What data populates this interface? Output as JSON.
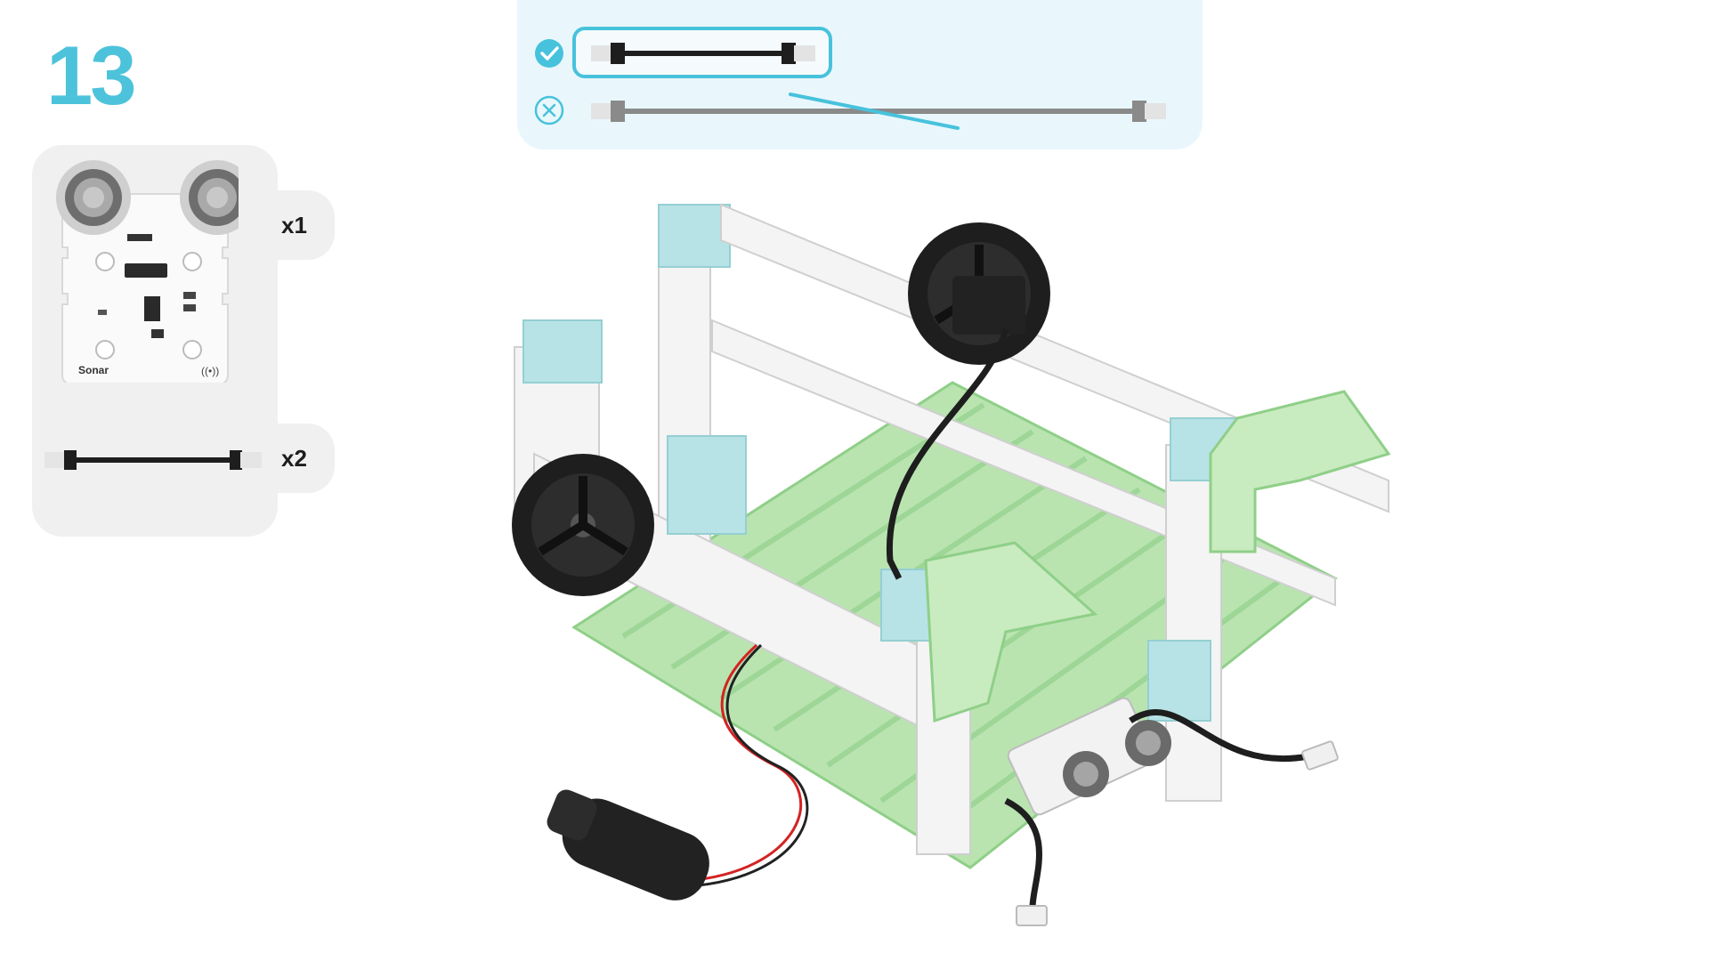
{
  "step": {
    "number": "13"
  },
  "parts": [
    {
      "name": "Sonar",
      "quantity": "x1"
    },
    {
      "name": "cable",
      "quantity": "x2"
    }
  ],
  "cable_guide": {
    "correct_icon": "check-circle-icon",
    "incorrect_icon": "x-circle-icon"
  },
  "colors": {
    "accent": "#4cc3db",
    "panel_bg": "#f0f0f0",
    "guide_bg": "#e9f7fc",
    "frame_white": "#f4f4f4",
    "connector_blue": "#b7e3e6",
    "base_green": "#b9e4b0",
    "wheel_black": "#1e1e1e"
  }
}
